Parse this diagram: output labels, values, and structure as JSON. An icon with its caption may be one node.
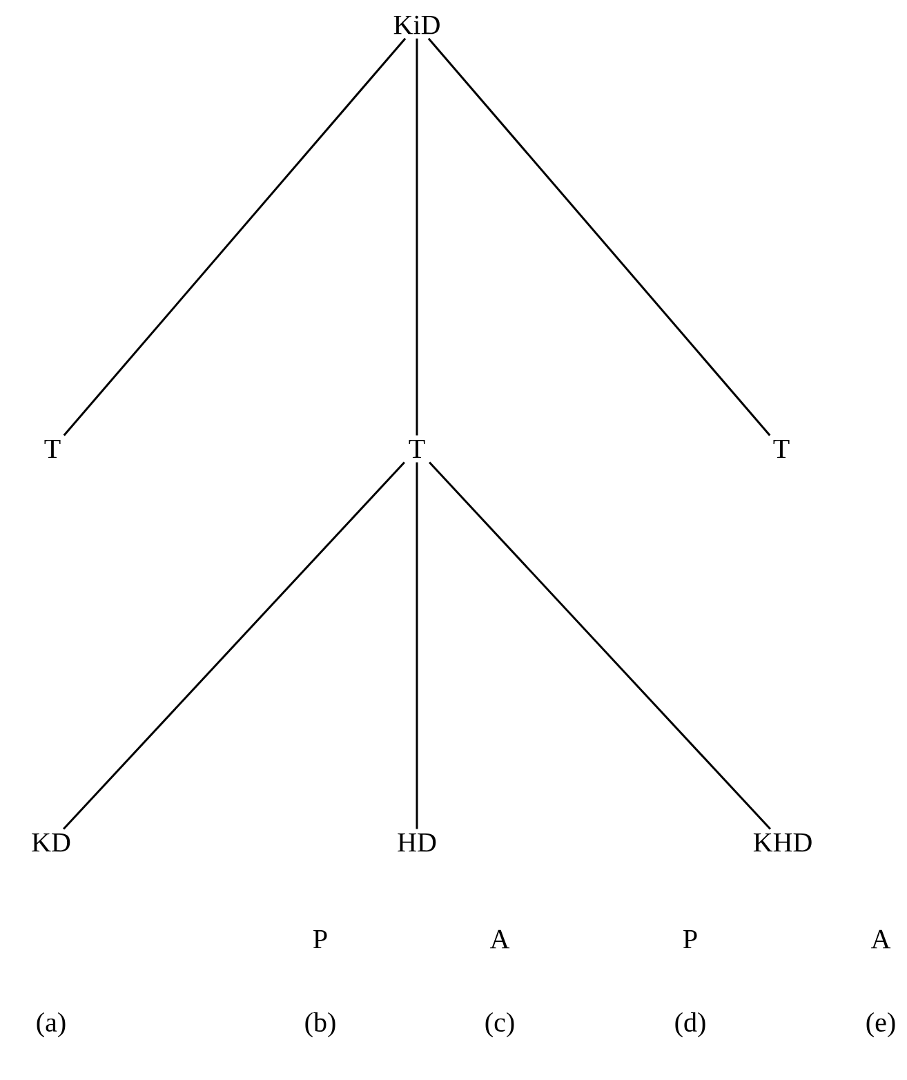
{
  "diagram": {
    "nodes": [
      {
        "text": [
          "KiD"
        ]
      },
      {
        "text": [
          "T"
        ]
      },
      {
        "text": [
          "T"
        ]
      },
      {
        "text": [
          "T"
        ]
      },
      {
        "text": [
          "KD"
        ]
      },
      {
        "text": [
          "HD"
        ]
      },
      {
        "text": [
          "KHD"
        ]
      }
    ],
    "edges": [
      {
        "from": 0,
        "to": 1,
        "arrow": "none"
      },
      {
        "from": 0,
        "to": 2,
        "arrow": "none"
      },
      {
        "from": 0,
        "to": 3,
        "arrow": "none"
      },
      {
        "from": 2,
        "to": 4,
        "arrow": "none"
      },
      {
        "from": 2,
        "to": 5,
        "arrow": "none"
      },
      {
        "from": 2,
        "to": 6,
        "arrow": "none"
      }
    ],
    "labels": [
      "P",
      "A",
      "P",
      "A",
      "(a)",
      "(b)",
      "(c)",
      "(d)",
      "(e)"
    ]
  }
}
